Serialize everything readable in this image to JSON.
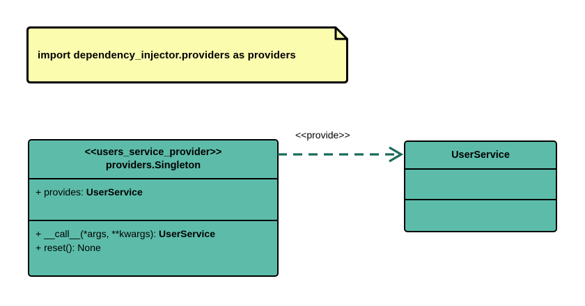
{
  "diagram": {
    "type": "uml-class-diagram",
    "colors": {
      "class_fill": "#5CBCA9",
      "note_fill": "#FCFCAF",
      "border": "#000000",
      "relation": "#1A6B5C",
      "background": "#FFFFFF"
    }
  },
  "note": {
    "text": "import dependency_injector.providers as providers"
  },
  "provider_class": {
    "stereotype": "<<users_service_provider>>",
    "name": "providers.Singleton",
    "attributes": [
      {
        "visibility": "+",
        "label": "provides: ",
        "type": "UserService"
      }
    ],
    "operations": [
      {
        "visibility": "+",
        "label": "__call__(*args, **kwargs): ",
        "type": "UserService"
      },
      {
        "visibility": "+",
        "label": "reset(): None",
        "type": ""
      }
    ]
  },
  "service_class": {
    "name": "UserService",
    "attributes": [],
    "operations": []
  },
  "relation": {
    "label": "<<provide>>",
    "style": "dashed",
    "arrow": "open"
  }
}
